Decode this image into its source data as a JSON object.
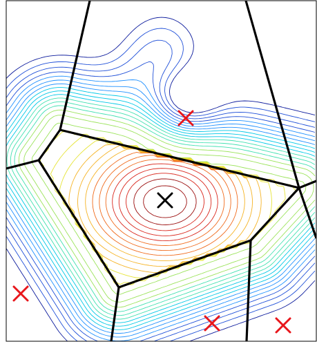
{
  "figure": {
    "description_type": "voronoi-cells-with-density-contours",
    "colors": {
      "boundary": "#000000",
      "frame": "#000000",
      "marker_central": "#000000",
      "marker_other": "#e8161b",
      "background": "#ffffff"
    },
    "contour_colormap": [
      "#0b1a9c",
      "#1f4fd8",
      "#1e90ff",
      "#00c8e6",
      "#3fe0b0",
      "#9be35a",
      "#e6e436",
      "#f5b324",
      "#f06a1c",
      "#d9261c",
      "#9a0d0d"
    ],
    "contour_levels": 30,
    "markers": [
      {
        "id": "central",
        "kind": "cross",
        "color_role": "marker_central"
      },
      {
        "id": "north",
        "kind": "cross",
        "color_role": "marker_other"
      },
      {
        "id": "southwest",
        "kind": "cross",
        "color_role": "marker_other"
      },
      {
        "id": "south",
        "kind": "cross",
        "color_role": "marker_other"
      },
      {
        "id": "southeast",
        "kind": "cross",
        "color_role": "marker_other"
      }
    ]
  }
}
